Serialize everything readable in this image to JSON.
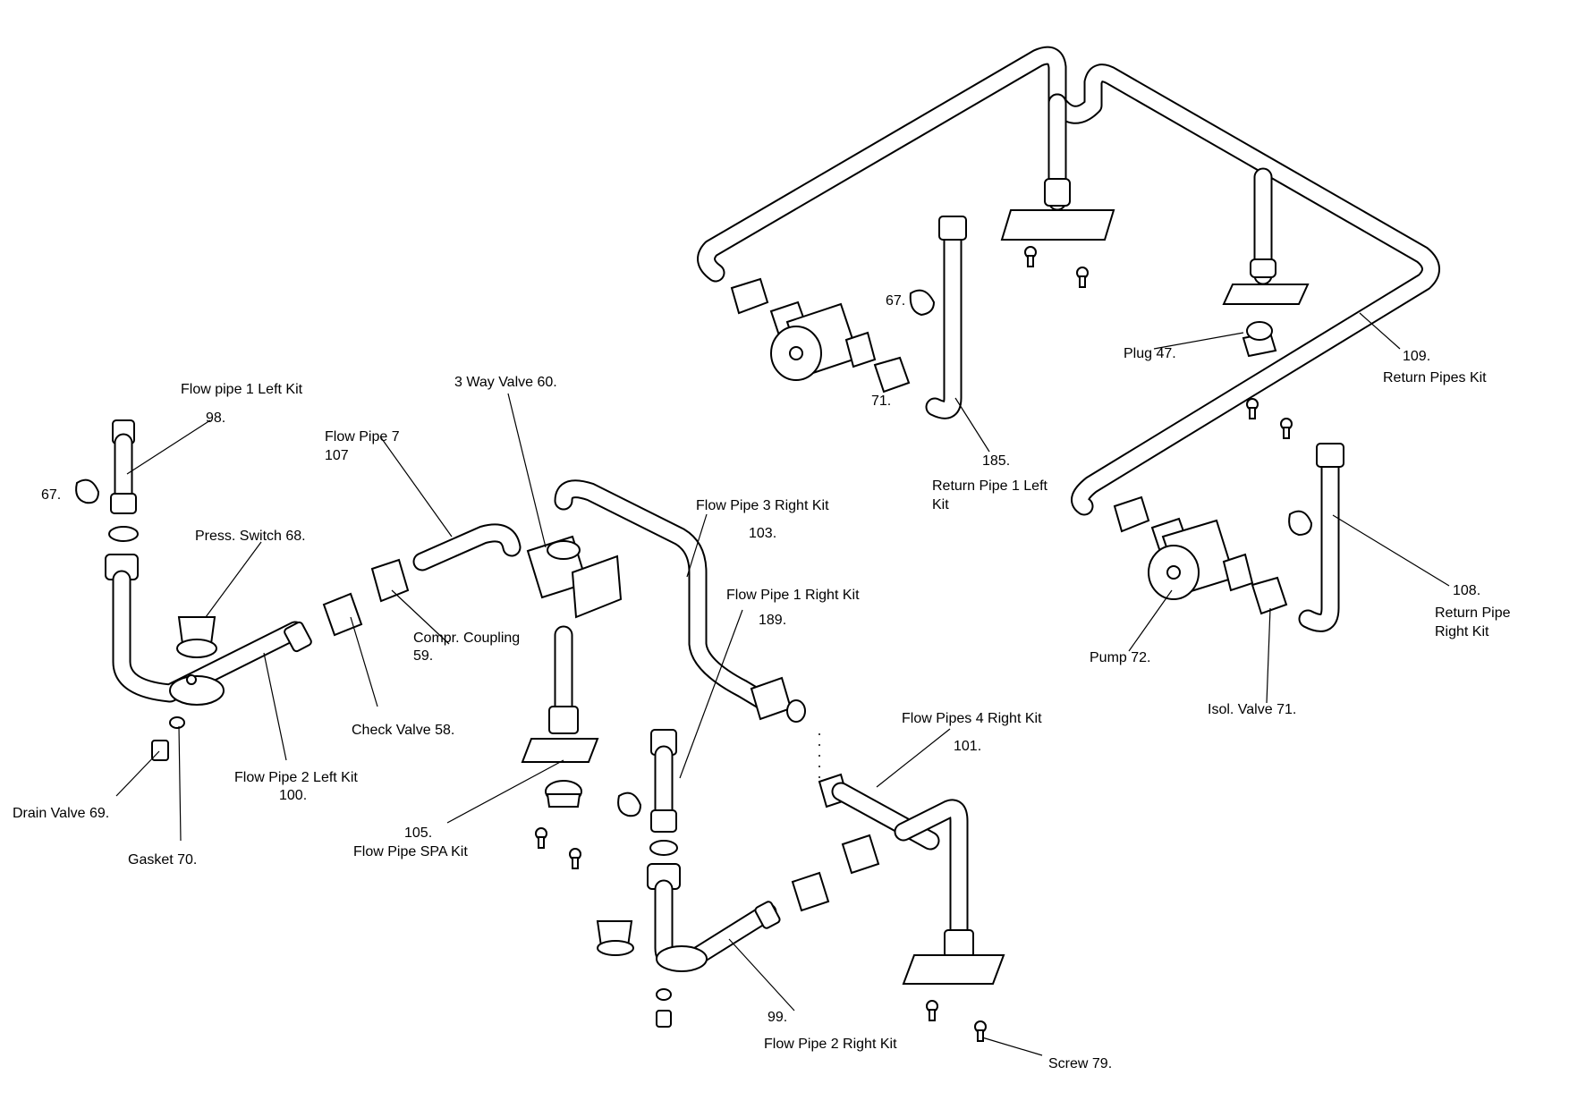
{
  "labels": {
    "flow_pipe_1_left_kit": "Flow pipe 1 Left Kit",
    "num_98": "98.",
    "num_67_left": "67.",
    "press_switch": "Press. Switch 68.",
    "flow_pipe_7": "Flow Pipe 7",
    "num_107": "107",
    "three_way_valve": "3 Way Valve 60.",
    "flow_pipe_3_right_kit": "Flow Pipe 3 Right Kit",
    "num_103": "103.",
    "flow_pipe_1_right_kit": "Flow Pipe 1 Right Kit",
    "num_189": "189.",
    "compr_coupling": "Compr. Coupling",
    "num_59": "59.",
    "check_valve": "Check Valve 58.",
    "flow_pipe_2_left_kit": "Flow Pipe 2 Left Kit",
    "num_100": "100.",
    "drain_valve": "Drain Valve 69.",
    "gasket": "Gasket 70.",
    "num_105": "105.",
    "flow_pipe_spa_kit": "Flow Pipe SPA Kit",
    "flow_pipes_4_right_kit": "Flow Pipes 4 Right Kit",
    "num_101": "101.",
    "num_99": "99.",
    "flow_pipe_2_right_kit": "Flow Pipe 2 Right Kit",
    "screw": "Screw 79.",
    "num_67_top": "67.",
    "num_71_top": "71.",
    "num_185": "185.",
    "return_pipe_1_left_kit_line1": "Return Pipe 1 Left",
    "return_pipe_1_left_kit_line2": "Kit",
    "plug": "Plug 47.",
    "num_109": "109.",
    "return_pipes_kit": "Return Pipes Kit",
    "num_108": "108.",
    "return_pipe_right_kit_line1": "Return Pipe",
    "return_pipe_right_kit_line2": "Right Kit",
    "pump": "Pump 72.",
    "isol_valve": "Isol. Valve 71."
  }
}
